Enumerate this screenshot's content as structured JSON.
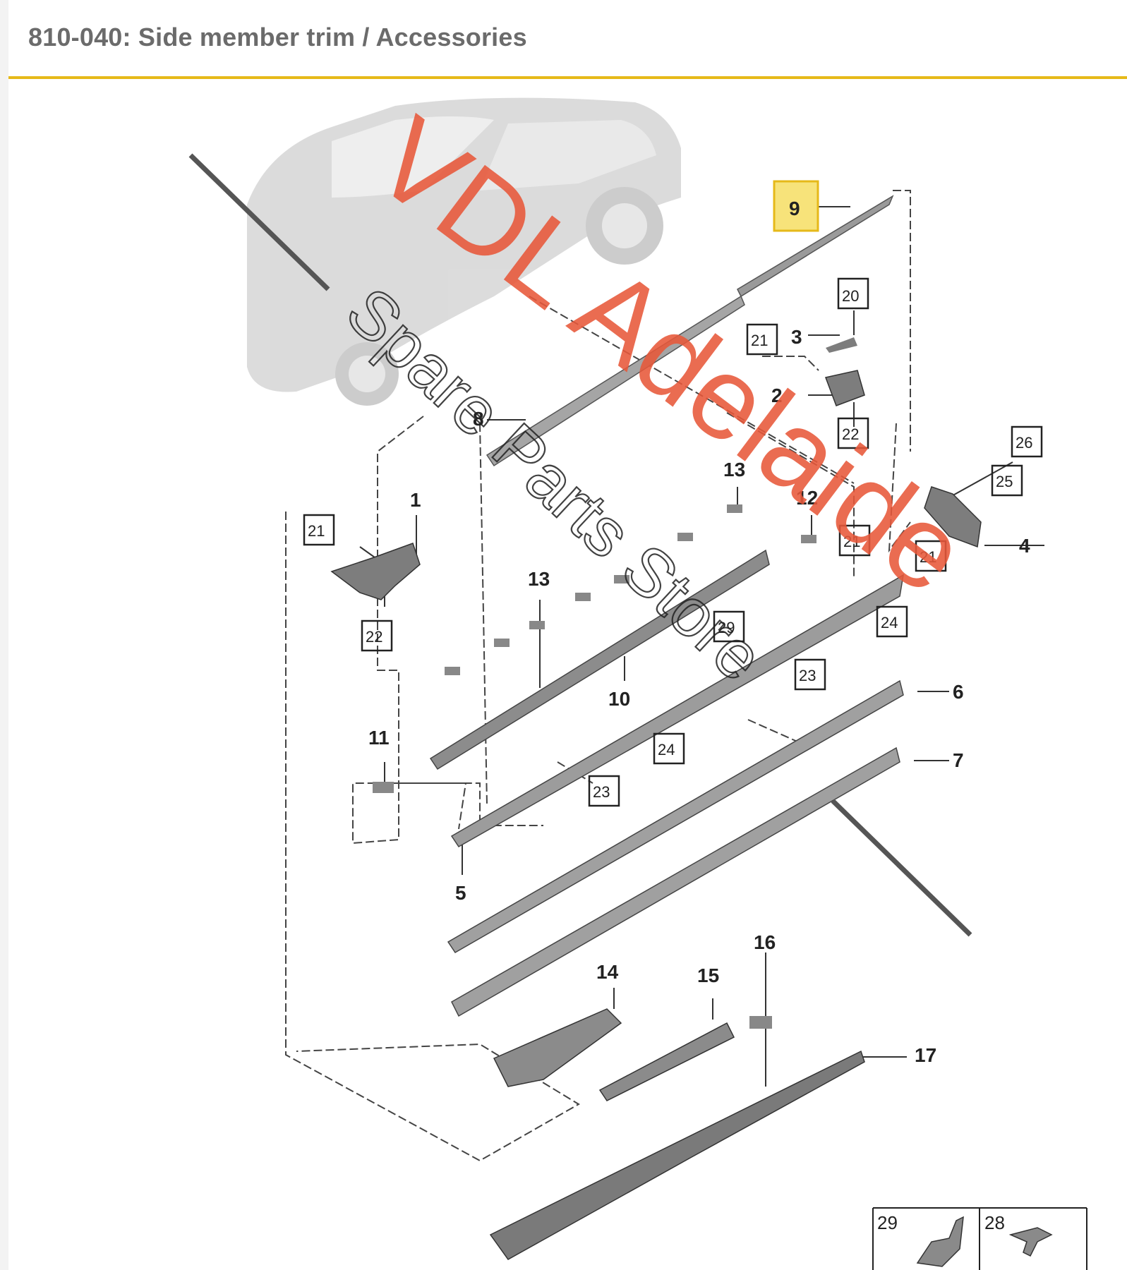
{
  "page": {
    "title": "810-040: Side member trim / Accessories"
  },
  "watermark": {
    "line1": "VDL Adelaide",
    "line2": "Spare Parts Store",
    "color": "#e8583a"
  },
  "colors": {
    "accent": "#e6b919",
    "highlight_fill": "#f7e37a",
    "line": "#333333",
    "part": "#8a8a8a"
  },
  "callouts": {
    "c9": "9",
    "c20": "20",
    "c21a": "21",
    "c3": "3",
    "c2": "2",
    "c22a": "22",
    "c26": "26",
    "c25": "25",
    "c4": "4",
    "c8": "8",
    "c13a": "13",
    "c12": "12",
    "c21b": "21",
    "c21c": "21",
    "c1": "1",
    "c21d": "21",
    "c22b": "22",
    "c13b": "13",
    "c29a": "29",
    "c24a": "24",
    "c23a": "23",
    "c6": "6",
    "c10": "10",
    "c24b": "24",
    "c7": "7",
    "c11": "11",
    "c23b": "23",
    "c5": "5",
    "c14": "14",
    "c15": "15",
    "c16": "16",
    "c17": "17",
    "c29b": "29",
    "c28": "28"
  }
}
